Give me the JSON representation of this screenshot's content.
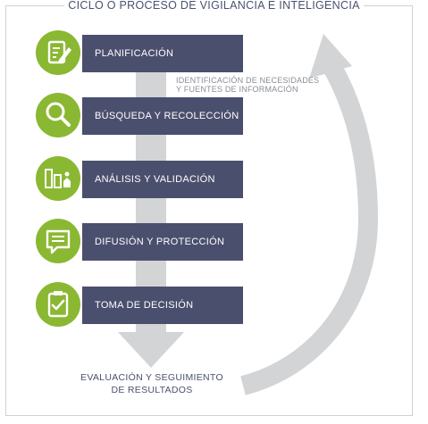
{
  "title": "CICLO O PROCESO DE VIGILANCIA E INTELIGENCIA",
  "steps": [
    {
      "label": "PLANIFICACIÓN",
      "icon": "document-pencil-icon"
    },
    {
      "label": "BÚSQUEDA Y RECOLECCIÓN",
      "icon": "magnifier-icon"
    },
    {
      "label": "ANÁLISIS Y VALIDACIÓN",
      "icon": "bar-chart-icon"
    },
    {
      "label": "DIFUSIÓN Y PROTECCIÓN",
      "icon": "speech-bubble-icon"
    },
    {
      "label": "TOMA DE DECISIÓN",
      "icon": "clipboard-check-icon"
    }
  ],
  "note_line1": "IDENTIFICACIÓN DE NECESIDADES",
  "note_line2": "Y FUENTES DE INFORMACIÓN",
  "bottom_line1": "EVALUACIÓN Y SEGUIMIENTO",
  "bottom_line2": "DE RESULTADOS",
  "colors": {
    "green": "#8ab832",
    "navy": "#4b4f6e",
    "gray": "#d3d4d6"
  }
}
